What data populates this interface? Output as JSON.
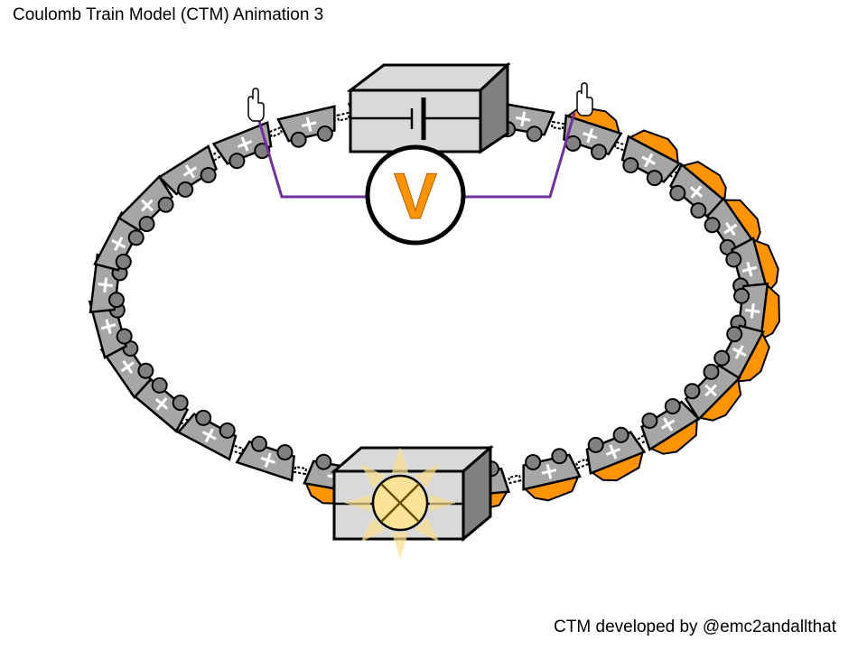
{
  "header": {
    "title": "Coulomb Train Model (CTM) Animation 3"
  },
  "footer": {
    "credit": "CTM developed by @emc2andallthat"
  },
  "diagram": {
    "voltmeter_label": "V",
    "wagon_symbol": "+",
    "battery_label": "battery",
    "lamp_label": "lamp",
    "colors": {
      "wagon": "#a6a6a6",
      "wheel": "#808080",
      "energy_load": "#ff9400",
      "box": "#d9d9d9",
      "box_side": "#808080",
      "probe_wire": "#7030a0",
      "lamp_glow": "#fbe08f",
      "lamp_bulb": "#fde395",
      "voltmeter_text": "#ff9400"
    },
    "wagons_total": 28
  }
}
